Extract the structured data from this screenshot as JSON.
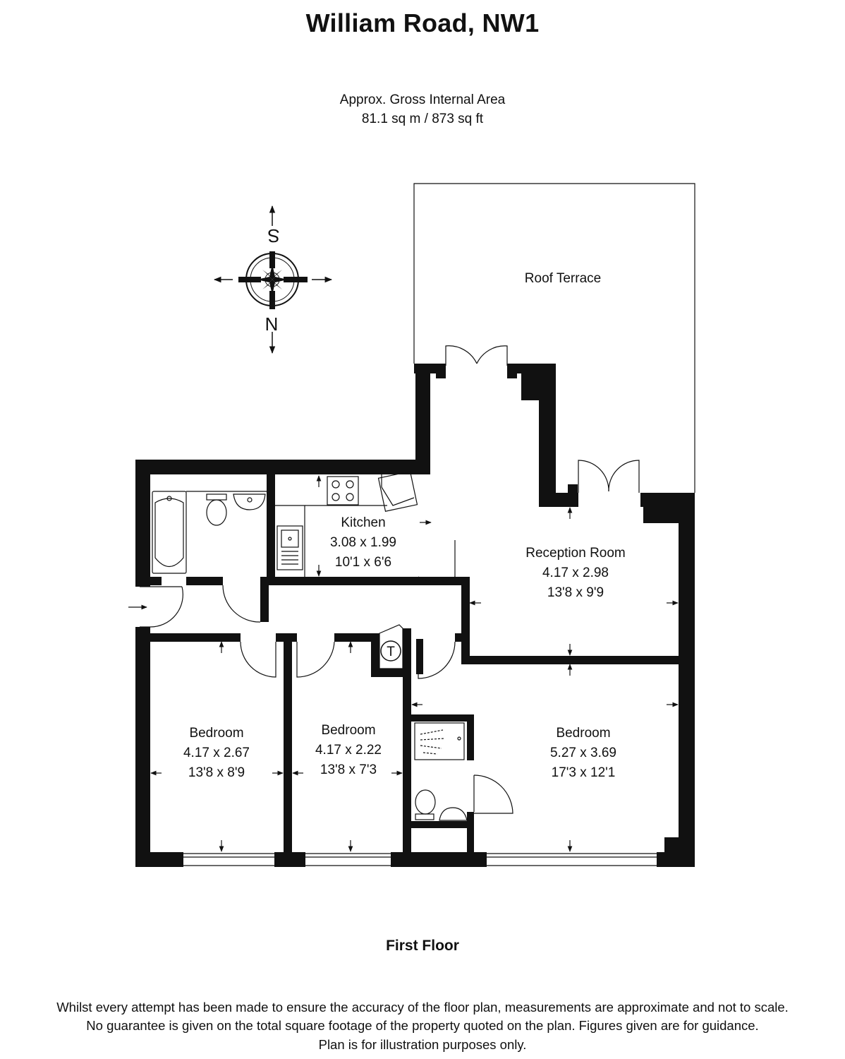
{
  "title": "William Road, NW1",
  "area": {
    "line1": "Approx. Gross Internal Area",
    "line2": "81.1 sq m / 873 sq ft"
  },
  "compass": {
    "top_letter": "S",
    "bottom_letter": "N"
  },
  "rooms": {
    "roof_terrace": {
      "name": "Roof Terrace"
    },
    "kitchen": {
      "name": "Kitchen",
      "metric": "3.08 x 1.99",
      "imperial": "10'1 x 6'6"
    },
    "reception": {
      "name": "Reception Room",
      "metric": "4.17 x 2.98",
      "imperial": "13'8 x 9'9"
    },
    "bedroom1": {
      "name": "Bedroom",
      "metric": "4.17 x 2.67",
      "imperial": "13'8 x 8'9"
    },
    "bedroom2": {
      "name": "Bedroom",
      "metric": "4.17 x 2.22",
      "imperial": "13'8 x 7'3"
    },
    "bedroom3": {
      "name": "Bedroom",
      "metric": "5.27 x 3.69",
      "imperial": "17'3 x 12'1"
    },
    "tank": {
      "symbol": "T"
    }
  },
  "floor_name": "First Floor",
  "disclaimer": {
    "line1": "Whilst every attempt has been made to ensure the accuracy of the floor plan, measurements are approximate and not to scale.",
    "line2": "No guarantee is given on the total square footage of the property quoted on the plan. Figures given are for guidance.",
    "line3": "Plan is for illustration purposes only."
  }
}
